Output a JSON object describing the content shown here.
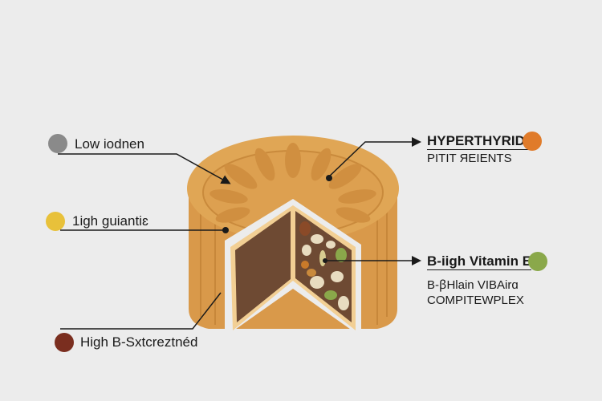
{
  "left_labels": [
    {
      "text": "Low iodnen",
      "color": "#8a8a8a"
    },
    {
      "text": "1igh guiantiɛ",
      "color": "#e8c13a"
    },
    {
      "text": "High B-Sxtcreztnéd",
      "color": "#7a2e1f"
    }
  ],
  "right_labels": [
    {
      "title": "HYPERTHYRID",
      "lines": [
        "PITIT ЯEIENTS"
      ],
      "color": "#e07b2a"
    },
    {
      "title": "B-iigh Vitamin E",
      "lines": [
        "B-ꞵHlain VIBAirɑ",
        "COMPITEWPLEX"
      ],
      "color": "#8aa84a"
    }
  ],
  "colors": {
    "crust": "#dba050",
    "crust_dark": "#c98a3c",
    "filling": "#6e4a33",
    "edge": "#f2cf94"
  }
}
